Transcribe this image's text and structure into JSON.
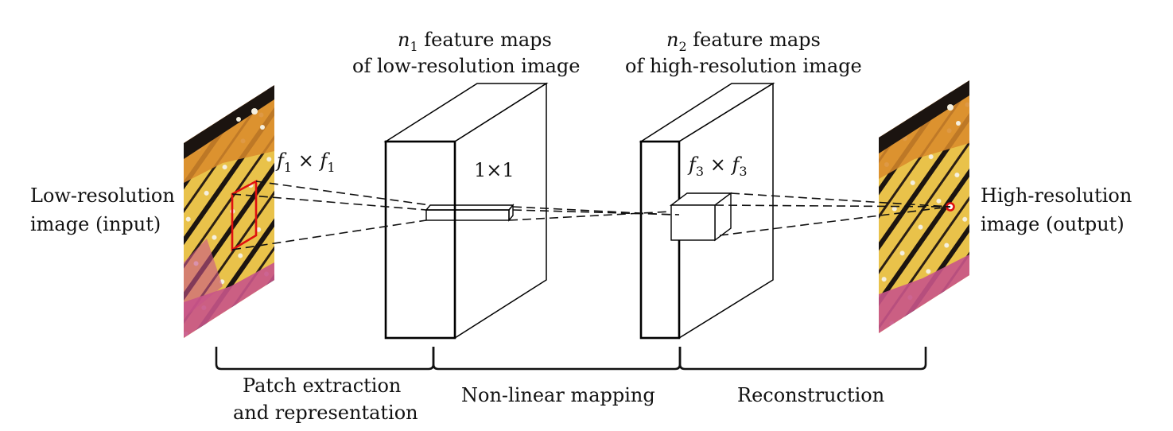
{
  "labels": {
    "input_line1": "Low-resolution",
    "input_line2": "image (input)",
    "output_line1": "High-resolution",
    "output_line2": "image (output)",
    "block1_var": "n",
    "block1_sub": "1",
    "block1_line1_rest": " feature maps",
    "block1_line2": "of low-resolution image",
    "block2_var": "n",
    "block2_sub": "2",
    "block2_line1_rest": " feature maps",
    "block2_line2": "of high-resolution image",
    "filter1_var": "f",
    "filter1_sub": "1",
    "filter1_times": " × ",
    "filter1_var2": "f",
    "filter1_sub2": "1",
    "filter2_text": "1×1",
    "filter3_var": "f",
    "filter3_sub": "3",
    "filter3_times": " × ",
    "filter3_var2": "f",
    "filter3_sub2": "3",
    "stage1_line1": "Patch extraction",
    "stage1_line2": "and representation",
    "stage2": "Non-linear mapping",
    "stage3": "Reconstruction"
  },
  "colors": {
    "patch": "#e01010",
    "wing_yellow": "#e9c24a",
    "wing_orange": "#d98a2a",
    "wing_black": "#1b1410",
    "flower_pink": "#c8548a"
  }
}
